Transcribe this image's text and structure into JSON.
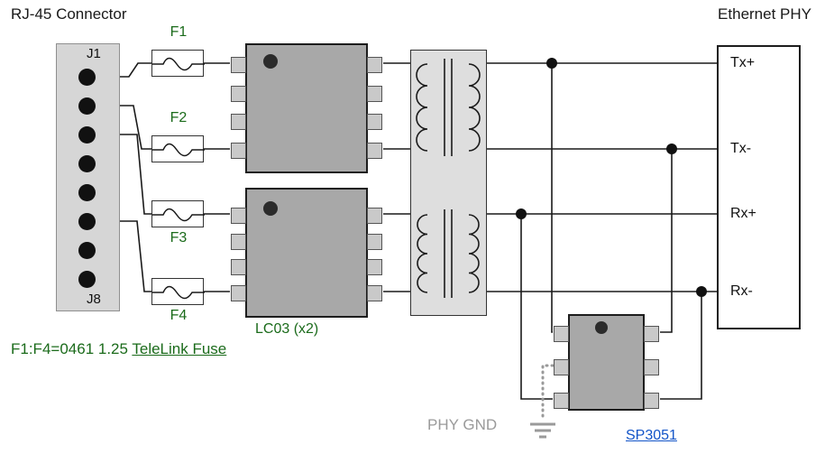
{
  "title_left": "RJ-45 Connector",
  "title_right": "Ethernet PHY",
  "rj45": {
    "top_pin": "J1",
    "bottom_pin": "J8"
  },
  "fuses": {
    "labels": [
      "F1",
      "F2",
      "F3",
      "F4"
    ],
    "note_prefix": "F1:F4=0461 1.25 ",
    "note_link": "TeleLink Fuse"
  },
  "lc03_label": "LC03 (x2)",
  "phy": {
    "pins": [
      "Tx+",
      "Tx-",
      "Rx+",
      "Rx-"
    ]
  },
  "ground_label": "PHY GND",
  "sp3051_label": "SP3051",
  "colors": {
    "component_gray": "#a8a8a8",
    "panel_gray": "#d6d6d6",
    "pin_gray": "#c9c9c9",
    "green": "#1b6b1b",
    "link_blue": "#1254c8",
    "muted_gray": "#9a9a9a",
    "wire_black": "#1a1a1a"
  }
}
